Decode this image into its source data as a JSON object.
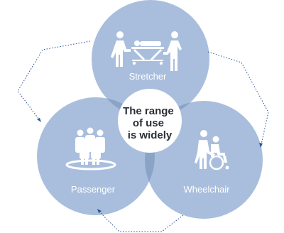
{
  "diagram": {
    "circles": {
      "stretcher": {
        "label": "Stretcher",
        "icon": "stretcher-icon"
      },
      "passenger": {
        "label": "Passenger",
        "icon": "people-group-icon"
      },
      "wheelchair": {
        "label": "Wheelchair",
        "icon": "wheelchair-icon"
      }
    },
    "center": {
      "lines": [
        "The range",
        "of use",
        "is widely"
      ]
    },
    "colors": {
      "circle_fill": "#a9bedd",
      "overlap_fill": "#8aa4c8",
      "center_fill": "#ffffff",
      "arrow": "#2f5597",
      "label_text": "#ffffff",
      "center_text": "#2b2f36"
    }
  }
}
